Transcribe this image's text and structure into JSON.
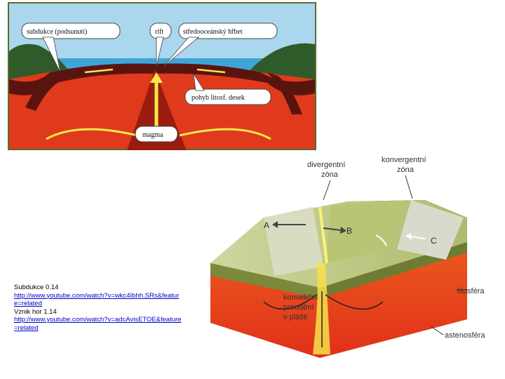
{
  "top_diagram": {
    "labels": {
      "subduction": "subdukce (podsunutí)",
      "rift": "rift",
      "ridge": "středooceánský hřbet",
      "plate_motion": "pohyb litosf. desek",
      "magma": "magma"
    },
    "colors": {
      "mantle": "#e03a1c",
      "lithosphere": "#5a1410",
      "ocean": "#3fa5d8",
      "sky": "#aad7ee",
      "arrow": "#f5e84a",
      "border": "#2e7d32"
    }
  },
  "bottom_diagram": {
    "labels": {
      "divergent": [
        "divergentní",
        "zóna"
      ],
      "convergent": [
        "konvergentní",
        "zóna"
      ],
      "a": "A",
      "b": "B",
      "c": "C",
      "convection": [
        "konvekční",
        "proudění",
        "v plášti"
      ],
      "lithosphere": "litosféra",
      "asthenosphere": "astenosféra"
    }
  },
  "notes": {
    "item1_title": "Subdukce 0.14",
    "item1_link": "http://www.youtube.com/watch?v=wkc4Ibhh.SRs&feature=related",
    "item2_title": "Vznik hor 1.14",
    "item2_link": "http://www.youtube.com/watch?v=adcAvisETOE&feature=related"
  }
}
